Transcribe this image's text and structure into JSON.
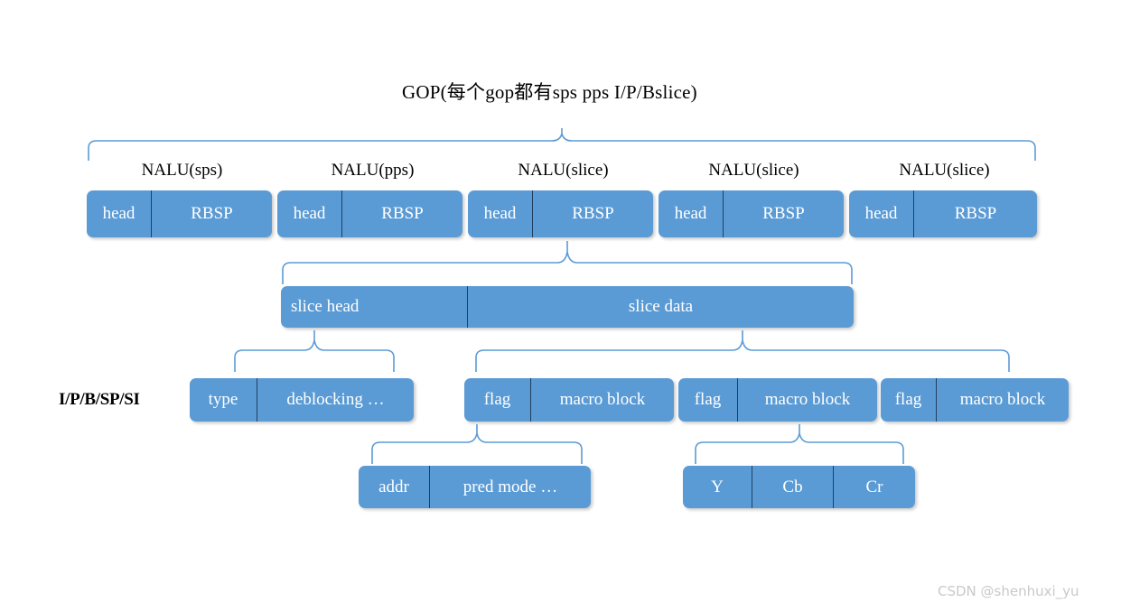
{
  "diagram": {
    "title": "GOP(每个gop都有sps pps I/P/Bslice)",
    "side_label": "I/P/B/SP/SI",
    "watermark": "CSDN @shenhuxi_yu",
    "accent_color": "#5b9bd5",
    "brace_color": "#5b9bd5",
    "divider_color": "#1f3f63",
    "text_color": "#ffffff",
    "label_color": "#000000",
    "watermark_color": "#c9c9c9"
  },
  "nalu_labels": [
    {
      "text": "NALU(sps)"
    },
    {
      "text": "NALU(pps)"
    },
    {
      "text": "NALU(slice)"
    },
    {
      "text": "NALU(slice)"
    },
    {
      "text": "NALU(slice)"
    }
  ],
  "nalu_row": [
    {
      "cells": [
        {
          "text": "head"
        },
        {
          "text": "RBSP"
        }
      ]
    },
    {
      "cells": [
        {
          "text": "head"
        },
        {
          "text": "RBSP"
        }
      ]
    },
    {
      "cells": [
        {
          "text": "head"
        },
        {
          "text": "RBSP"
        }
      ]
    },
    {
      "cells": [
        {
          "text": "head"
        },
        {
          "text": "RBSP"
        }
      ]
    },
    {
      "cells": [
        {
          "text": "head"
        },
        {
          "text": "RBSP"
        }
      ]
    }
  ],
  "slice_row": [
    {
      "cells": [
        {
          "text": "slice head"
        },
        {
          "text": "slice data"
        }
      ]
    }
  ],
  "slice_head_detail": [
    {
      "cells": [
        {
          "text": "type"
        },
        {
          "text": "deblocking …"
        }
      ]
    }
  ],
  "slice_data_detail": [
    {
      "cells": [
        {
          "text": "flag"
        },
        {
          "text": "macro block"
        }
      ]
    },
    {
      "cells": [
        {
          "text": "flag"
        },
        {
          "text": "macro block"
        }
      ]
    },
    {
      "cells": [
        {
          "text": "flag"
        },
        {
          "text": "macro block"
        }
      ]
    }
  ],
  "macroblock_detail": [
    {
      "cells": [
        {
          "text": "addr"
        },
        {
          "text": "pred mode …"
        }
      ]
    }
  ],
  "component_detail": [
    {
      "cells": [
        {
          "text": "Y"
        },
        {
          "text": "Cb"
        },
        {
          "text": "Cr"
        }
      ]
    }
  ]
}
